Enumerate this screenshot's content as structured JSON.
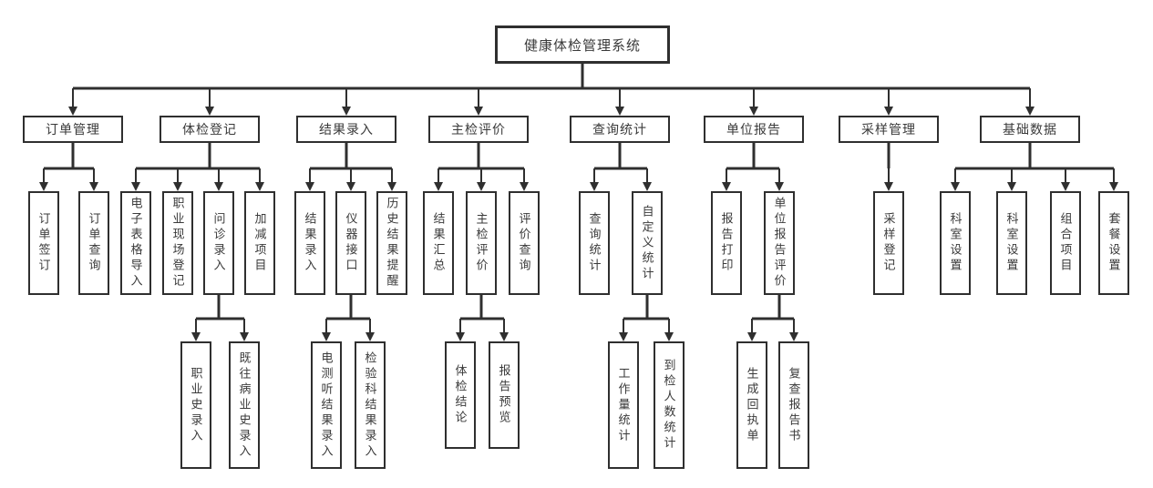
{
  "colors": {
    "line": "#2f2f2f",
    "box_border": "#2f2f2f",
    "box_background": "#ffffff",
    "text": "#3a3a3a",
    "page_background": "#ffffff"
  },
  "root": {
    "label": "健康体检管理系统",
    "children": [
      {
        "label": "订单管理",
        "children": [
          {
            "label": "订单签订"
          },
          {
            "label": "订单查询"
          }
        ]
      },
      {
        "label": "体检登记",
        "children": [
          {
            "label": "电子表格导入"
          },
          {
            "label": "职业现场登记"
          },
          {
            "label": "问诊录入",
            "children": [
              {
                "label": "职业史录入"
              },
              {
                "label": "既往病业史录入"
              }
            ]
          },
          {
            "label": "加减项目"
          }
        ]
      },
      {
        "label": "结果录入",
        "children": [
          {
            "label": "结果录入"
          },
          {
            "label": "仪器接口",
            "children": [
              {
                "label": "电测听结果录入"
              },
              {
                "label": "检验科结果录入"
              }
            ]
          },
          {
            "label": "历史结果提醒"
          }
        ]
      },
      {
        "label": "主检评价",
        "children": [
          {
            "label": "结果汇总"
          },
          {
            "label": "主检评价",
            "children": [
              {
                "label": "体检结论"
              },
              {
                "label": "报告预览"
              }
            ]
          },
          {
            "label": "评价查询"
          }
        ]
      },
      {
        "label": "查询统计",
        "children": [
          {
            "label": "查询统计"
          },
          {
            "label": "自定义统计",
            "children": [
              {
                "label": "工作量统计"
              },
              {
                "label": "到检人数统计"
              }
            ]
          }
        ]
      },
      {
        "label": "单位报告",
        "children": [
          {
            "label": "报告打印"
          },
          {
            "label": "单位报告评价",
            "children": [
              {
                "label": "生成回执单"
              },
              {
                "label": "复查报告书"
              }
            ]
          }
        ]
      },
      {
        "label": "采样管理",
        "children": [
          {
            "label": "采样登记"
          }
        ]
      },
      {
        "label": "基础数据",
        "children": [
          {
            "label": "科室设置"
          },
          {
            "label": "科室设置"
          },
          {
            "label": "组合项目"
          },
          {
            "label": "套餐设置"
          }
        ]
      }
    ]
  }
}
